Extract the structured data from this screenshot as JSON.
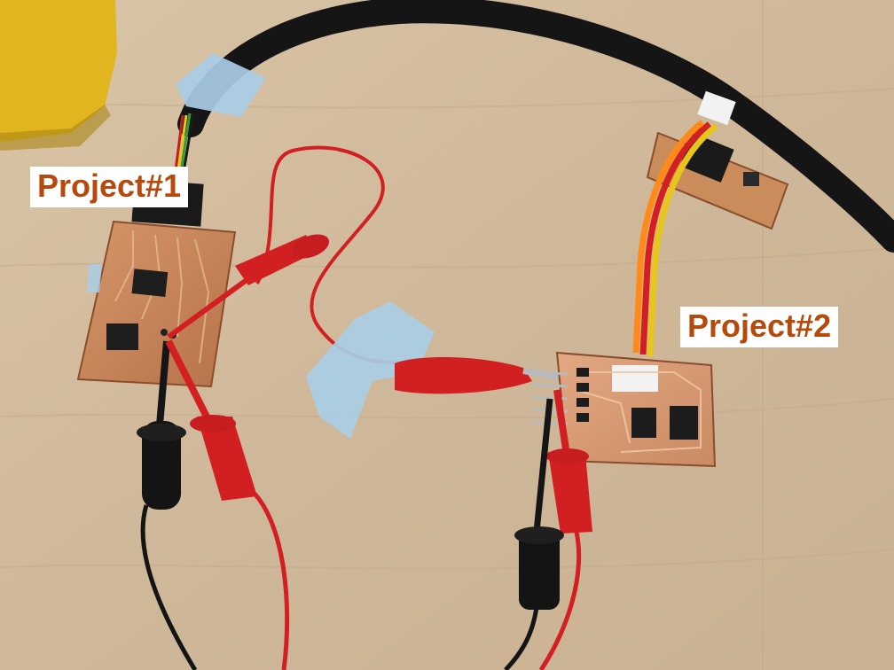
{
  "image": {
    "kind": "photo",
    "subject": "Two homemade milled PCBs connected with cables and test probe clips on a wooden table"
  },
  "labels": {
    "project1": "Project#1",
    "project2": "Project#2"
  },
  "colors": {
    "label_text": "#b64a0c",
    "label_bg": "#ffffff",
    "wood": "#d8c3a3",
    "pcb_copper": "#c98557",
    "probe_red": "#d21f22",
    "probe_black": "#141414",
    "tape_blue": "#a9cde6",
    "cable_black": "#151515",
    "yellow_case": "#e0b51f"
  }
}
